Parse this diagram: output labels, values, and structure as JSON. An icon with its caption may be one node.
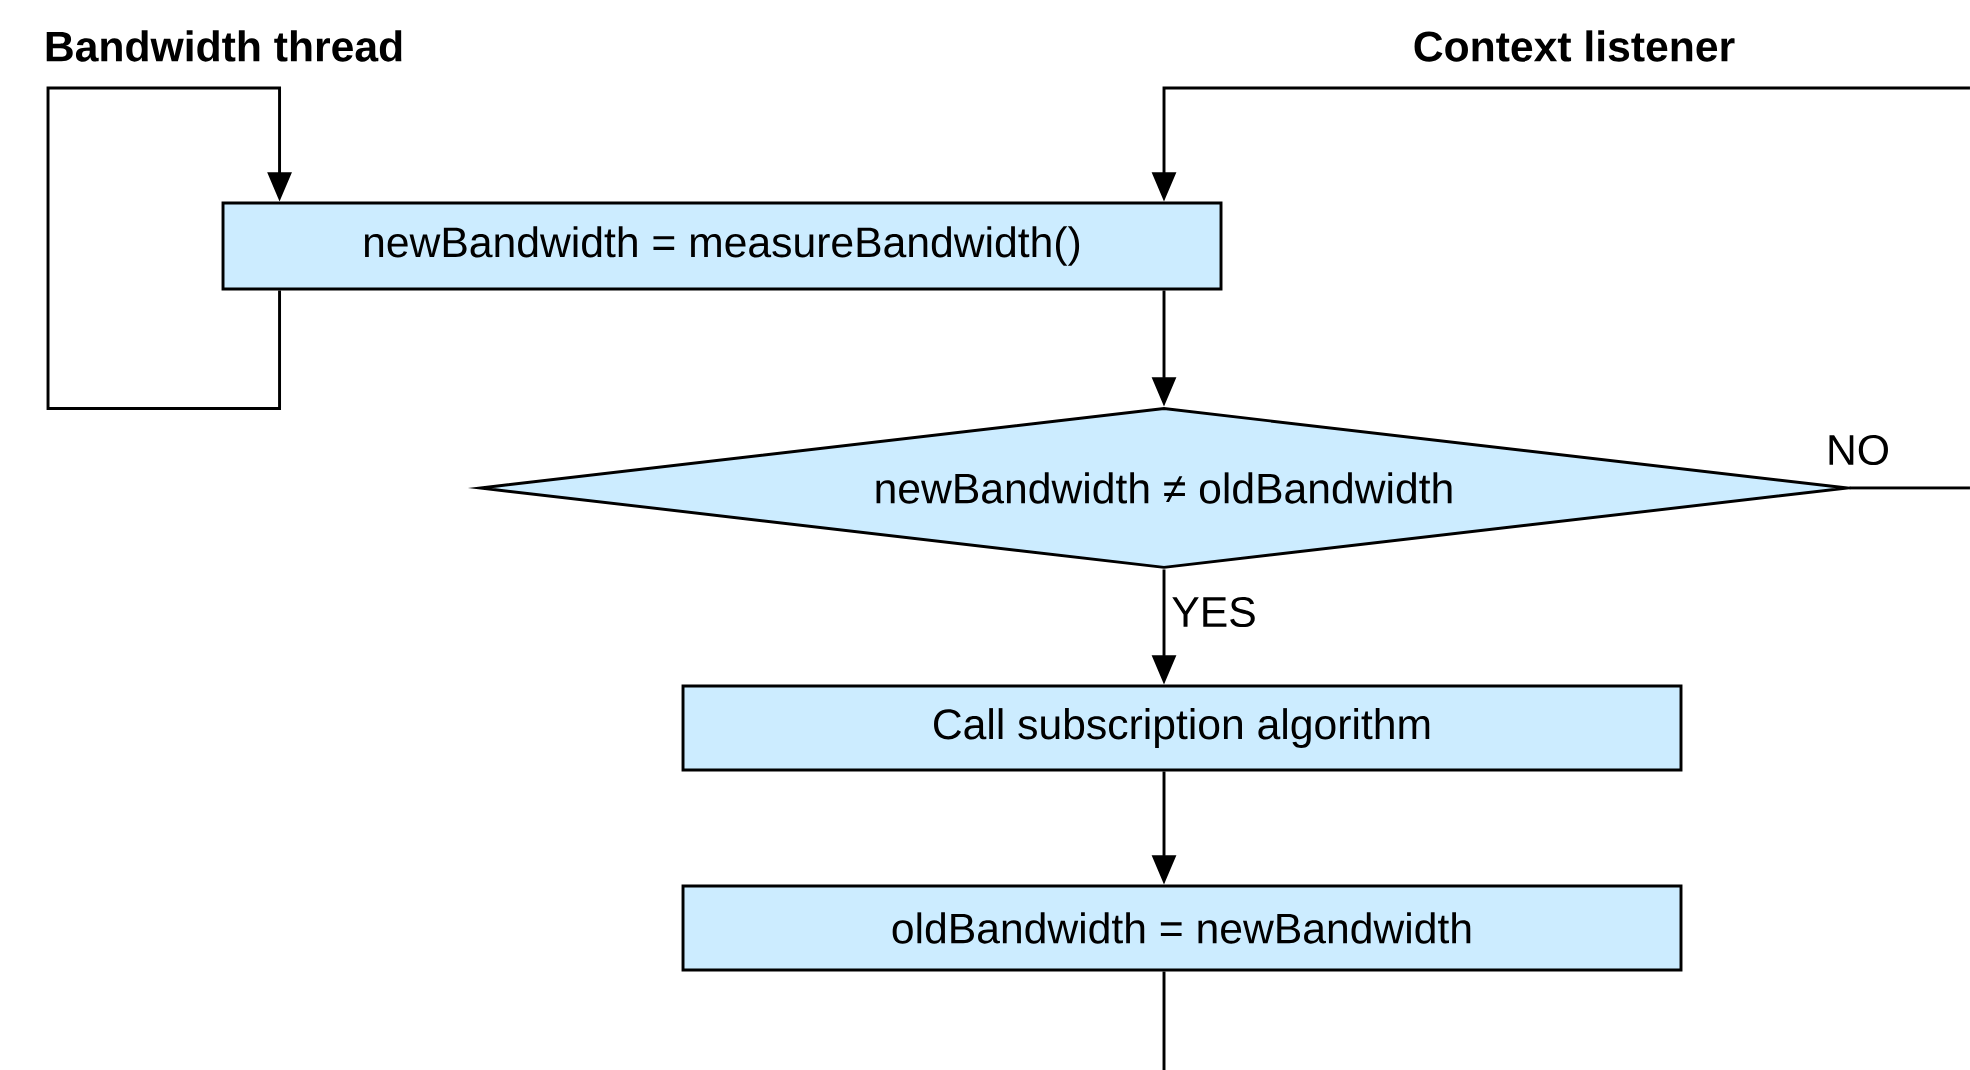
{
  "diagram": {
    "nodes": [
      {
        "text": [
          "newBandwidth = measureBandwidth()"
        ]
      },
      {
        "text": [
          "newBandwidth ≠ oldBandwidth"
        ]
      },
      {
        "text": [
          "Call subscription algorithm"
        ]
      },
      {
        "text": [
          "oldBandwidth = newBandwidth"
        ]
      }
    ],
    "edges": [
      {
        "from": 0,
        "to": 0,
        "arrow": "to"
      },
      {
        "from": null,
        "to": 0,
        "arrow": "to"
      },
      {
        "from": 0,
        "to": 1,
        "arrow": "to"
      },
      {
        "from": 1,
        "to": null,
        "arrow": "none",
        "label": "NO"
      },
      {
        "from": 1,
        "to": 2,
        "arrow": "to",
        "label": "YES"
      },
      {
        "from": 2,
        "to": 3,
        "arrow": "to"
      },
      {
        "from": 3,
        "to": null,
        "arrow": "none"
      }
    ],
    "labels": [
      "Bandwidth thread",
      "Context listener"
    ]
  }
}
